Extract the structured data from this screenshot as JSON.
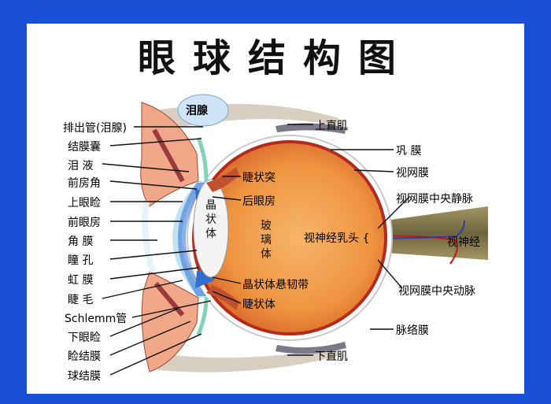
{
  "title": "眼球结构图",
  "gland_label": "泪腺",
  "left_labels": [
    "排出管(泪腺)",
    "结膜囊",
    "泪  液",
    "前房角",
    "上眼睑",
    "前眼房",
    "角  膜",
    "瞳  孔",
    "虹  膜",
    "睫  毛",
    "Schlemm管",
    "下眼睑",
    "睑结膜",
    "球结膜"
  ],
  "right_labels": [
    "上直肌",
    "巩  膜",
    "视网膜",
    "视网膜中央静脉",
    "视神经",
    "视网膜中央动脉",
    "脉络膜",
    "下直肌"
  ],
  "inner_labels": {
    "ciliary_process": "睫状突",
    "posterior_chamber": "后眼房",
    "lens": "晶\n状\n体",
    "vitreous": "玻\n璃\n体",
    "optic_disc": "视神经乳头 {",
    "zonule": "晶状体悬韧带",
    "ciliary_body": "睫状体"
  },
  "colors": {
    "frame": "#1a4fd8",
    "eyeball": "#f29a4a",
    "iris": "#2f6fd0",
    "cornea": "#bfe3f5",
    "nerve": "#8a7a50"
  }
}
